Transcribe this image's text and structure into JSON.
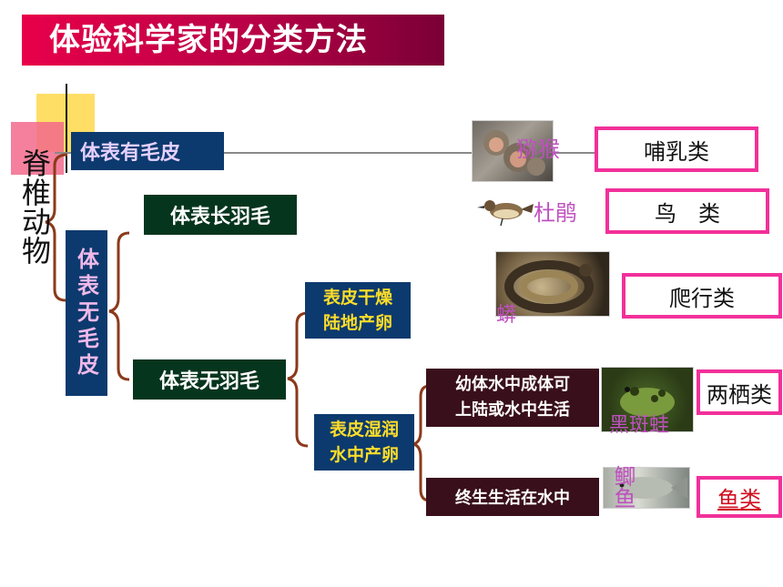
{
  "title": "体验科学家的分类方法",
  "root_label": "脊椎动物",
  "nodes": {
    "hair": "体表有毛皮",
    "no_hair": "体表无毛皮",
    "feather": "体表长羽毛",
    "no_feather": "体表无羽毛",
    "dry_line1": "表皮干燥",
    "dry_line2": "陆地产卵",
    "wet_line1": "表皮湿润",
    "wet_line2": "水中产卵",
    "larva_line1": "幼体水中成体可",
    "larva_line2": "上陆或水中生活",
    "water": "终生生活在水中"
  },
  "animals": {
    "monkey": "猕猴",
    "bird": "杜鹃",
    "snake": "蟒",
    "frog": "黑斑蛙",
    "fish": "鲫鱼"
  },
  "categories": {
    "mammal": "哺乳类",
    "bird": "鸟　类",
    "reptile": "爬行类",
    "amphibian": "两栖类",
    "fish": "鱼类"
  },
  "colors": {
    "title_bg": "#c8004a",
    "navy": "#0c3a6e",
    "green": "#06351e",
    "maroon": "#3a0f1c",
    "brace": "#8b3a1a",
    "category_border": "#f2309a",
    "animal_label": "#c050c0"
  }
}
